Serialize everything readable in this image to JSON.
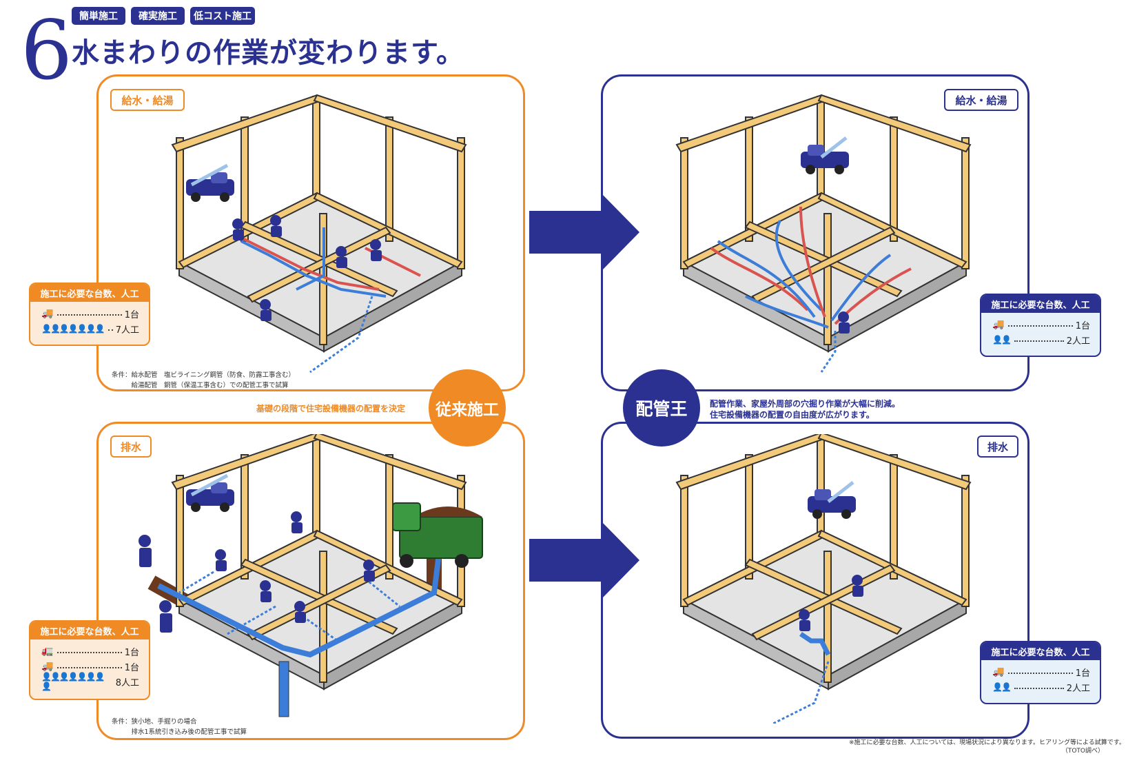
{
  "header": {
    "number": "6",
    "tags": [
      "簡単施工",
      "確実施工",
      "低コスト施工"
    ],
    "headline": "水まわりの作業が変わります。"
  },
  "conventional": {
    "badge": "従来施工",
    "caption": "基礎の段階で住宅設備機器の配置を決定",
    "supply": {
      "label": "給水・給湯",
      "req_title": "施工に必要な台数、人工",
      "rows": [
        {
          "icon": "truck-icon",
          "value": "1台"
        },
        {
          "icon": "workers-icon",
          "value": "7人工"
        }
      ],
      "note": [
        "条件：給水配管　塩ビライニング鋼管（防食、防露工事含む）",
        "　　　給湯配管　銅管（保温工事含む）での配管工事で試算"
      ]
    },
    "drain": {
      "label": "排水",
      "req_title": "施工に必要な台数、人工",
      "rows": [
        {
          "icon": "truck-icon",
          "value": "1台"
        },
        {
          "icon": "dump-truck-icon",
          "value": "1台"
        },
        {
          "icon": "workers-icon",
          "value": "8人工"
        }
      ],
      "note": [
        "条件：狭小地、手掘りの場合",
        "　　　排水1系統引き込み後の配管工事で試算"
      ]
    }
  },
  "haikanou": {
    "badge": "配管王",
    "caption": [
      "配管作業、家屋外周部の穴掘り作業が大幅に削減。",
      "住宅設備機器の配置の自由度が広がります。"
    ],
    "supply": {
      "label": "給水・給湯",
      "req_title": "施工に必要な台数、人工",
      "rows": [
        {
          "icon": "truck-icon",
          "value": "1台"
        },
        {
          "icon": "workers-icon",
          "value": "2人工"
        }
      ]
    },
    "drain": {
      "label": "排水",
      "req_title": "施工に必要な台数、人工",
      "rows": [
        {
          "icon": "truck-icon",
          "value": "1台"
        },
        {
          "icon": "workers-icon",
          "value": "2人工"
        }
      ]
    }
  },
  "footnote": [
    "※施工に必要な台数、人工については、現場状況により異なります。ヒアリング等による試算です。",
    "（TOTO調べ）"
  ],
  "colors": {
    "orange": "#f08a24",
    "navy": "#2b3190",
    "timber": "#f3c97a",
    "floor": "#e4e4e4",
    "pipe_red": "#d9534f",
    "pipe_blue": "#3b7dd8"
  }
}
